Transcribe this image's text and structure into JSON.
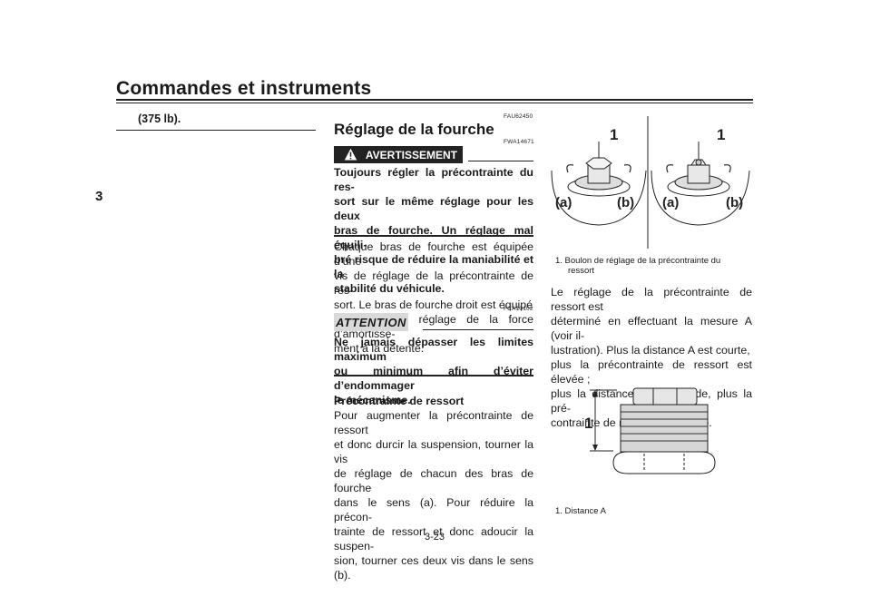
{
  "header": {
    "title": "Commandes et instruments"
  },
  "chapter_tab": "3",
  "left_column": {
    "continued_text": "(375 lb)."
  },
  "section": {
    "ref_code": "FAU62450",
    "title": "Réglage de la fourche",
    "warning": {
      "ref_code": "FWA14671",
      "label": "AVERTISSEMENT",
      "text": "Toujours régler la précontrainte du res-\nsort sur le même réglage pour les deux\nbras de fourche. Un réglage mal équili-\nbré risque de réduire la maniabilité et la\nstabilité du véhicule."
    },
    "intro": "Chaque bras de fourche est équipée d’une\nvis de réglage de la précontrainte de res-\nsort. Le bras de fourche droit est équipé\nd’une vis de réglage de la force d’amortisse-\nment à la détente.",
    "caution": {
      "ref_code": "FCA10102",
      "label": "ATTENTION",
      "text": "Ne jamais dépasser les limites maximum\nou minimum afin d’éviter d’endommager\nle mécanisme."
    },
    "subsection": {
      "title": "Précontrainte de ressort",
      "text": "Pour augmenter la précontrainte de ressort\net donc durcir la suspension, tourner la vis\nde réglage de chacun des bras de fourche\ndans le sens (a). Pour réduire la précon-\ntrainte de ressort et donc adoucir la suspen-\nsion, tourner ces deux vis dans le sens (b)."
    }
  },
  "figure1": {
    "labels": {
      "callout": "1",
      "a": "(a)",
      "b": "(b)"
    },
    "caption_line1": "1.  Boulon de réglage de la précontrainte du",
    "caption_line2": "ressort"
  },
  "right_text": "Le réglage de la précontrainte de ressort est\ndéterminé en effectuant la mesure A (voir il-\nlustration). Plus la distance A est courte,\nplus la précontrainte de ressort est élevée ;\nplus la distance A est grande, plus la pré-\ncontrainte de ressort est réduite.",
  "figure2": {
    "callout": "1",
    "caption": "1.  Distance A"
  },
  "page_number": "3-23"
}
